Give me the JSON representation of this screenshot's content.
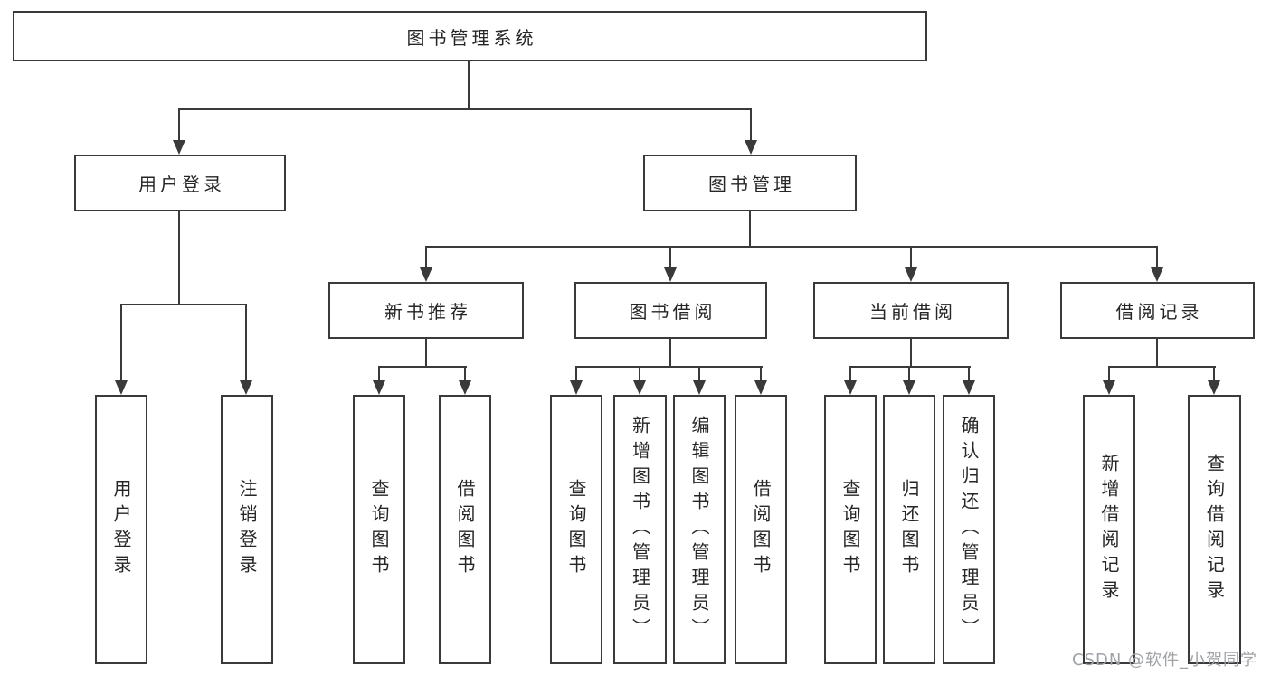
{
  "diagram": {
    "root": "图书管理系统",
    "level1": {
      "user_login": "用户登录",
      "book_mgmt": "图书管理"
    },
    "level2": {
      "new_book_rec": "新书推荐",
      "book_borrow": "图书借阅",
      "current_borrow": "当前借阅",
      "borrow_record": "借阅记录"
    },
    "leaves": {
      "ul_login": "用户登录",
      "ul_logout": "注销登录",
      "nbr_query": "查询图书",
      "nbr_borrow": "借阅图书",
      "bb_query": "查询图书",
      "bb_add": "新增图书（管理员）",
      "bb_edit": "编辑图书（管理员）",
      "bb_borrow": "借阅图书",
      "cb_query": "查询图书",
      "cb_return": "归还图书",
      "cb_confirm": "确认归还（管理员）",
      "br_add": "新增借阅记录",
      "br_query": "查询借阅记录"
    }
  },
  "watermark": "CSDN @软件_小贺同学",
  "colors": {
    "line": "#3a3a3a",
    "text": "#262626",
    "watermark": "#9fa3a8",
    "background": "#ffffff"
  }
}
